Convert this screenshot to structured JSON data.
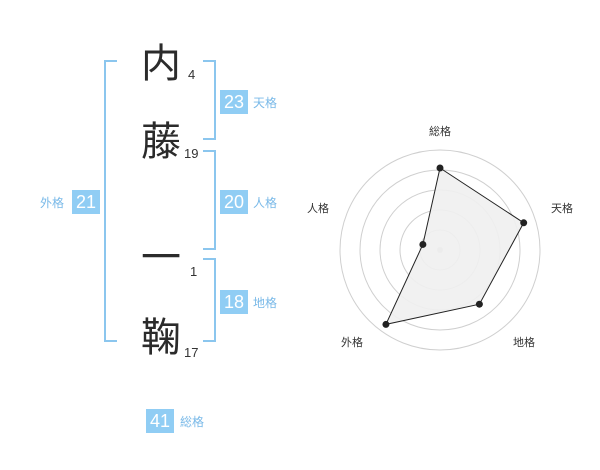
{
  "name": {
    "chars": [
      {
        "char": "内",
        "strokes": "4"
      },
      {
        "char": "藤",
        "strokes": "19"
      },
      {
        "char": "一",
        "strokes": "1"
      },
      {
        "char": "鞠",
        "strokes": "17"
      }
    ]
  },
  "fortunes": {
    "tenkaku": {
      "value": "23",
      "label": "天格"
    },
    "jinkaku": {
      "value": "20",
      "label": "人格"
    },
    "chikaku": {
      "value": "18",
      "label": "地格"
    },
    "gaikaku": {
      "value": "21",
      "label": "外格"
    },
    "soukaku": {
      "value": "41",
      "label": "総格"
    }
  },
  "radar": {
    "labels": [
      "総格",
      "天格",
      "地格",
      "外格",
      "人格"
    ],
    "values": [
      0.82,
      0.88,
      0.67,
      0.92,
      0.18
    ],
    "colors": {
      "fill": "#efefef",
      "line": "#222222",
      "grid": "#cfcfcf",
      "center": "#cccccc"
    }
  }
}
